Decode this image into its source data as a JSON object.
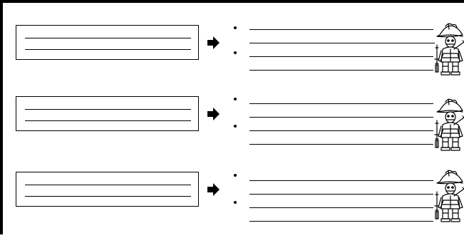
{
  "worksheet": {
    "rows": [
      {
        "id": "row-1",
        "box_lines": 2,
        "bullets": 2,
        "answer_lines": 4
      },
      {
        "id": "row-2",
        "box_lines": 2,
        "bullets": 2,
        "answer_lines": 4
      },
      {
        "id": "row-3",
        "box_lines": 2,
        "bullets": 2,
        "answer_lines": 4
      }
    ],
    "icons": {
      "arrow": "right-arrow-icon",
      "figure": "conquistador-icon"
    }
  }
}
